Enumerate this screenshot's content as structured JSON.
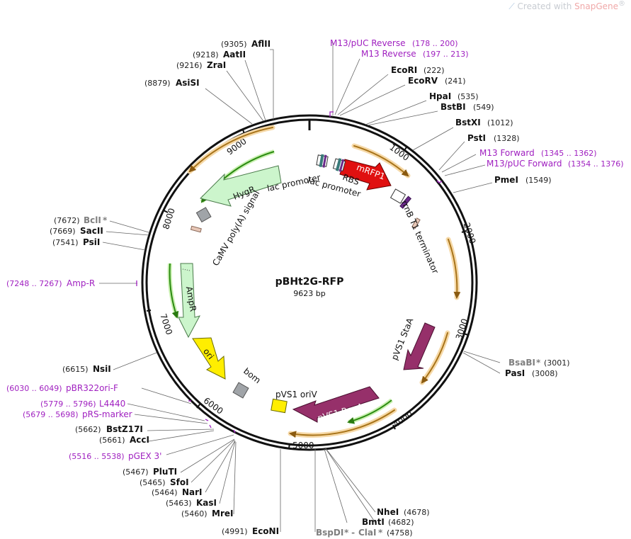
{
  "watermark": {
    "prefix": "Created with ",
    "brand": "SnapGene",
    "mark": "®"
  },
  "plasmid": {
    "name": "pBHt2G-RFP",
    "length_label": "9623 bp"
  },
  "ring_ticks": [
    "1000",
    "2000",
    "3000",
    "4000",
    "5000",
    "6000",
    "7000",
    "8000",
    "9000"
  ],
  "enzymes": [
    {
      "name": "AflII",
      "pos": "(9305)"
    },
    {
      "name": "AatII",
      "pos": "(9218)"
    },
    {
      "name": "ZraI",
      "pos": "(9216)"
    },
    {
      "name": "AsiSI",
      "pos": "(8879)"
    },
    {
      "name": "EcoRI",
      "pos": "(222)"
    },
    {
      "name": "EcoRV",
      "pos": "(241)"
    },
    {
      "name": "HpaI",
      "pos": "(535)"
    },
    {
      "name": "BstBI",
      "pos": "(549)"
    },
    {
      "name": "BstXI",
      "pos": "(1012)"
    },
    {
      "name": "PstI",
      "pos": "(1328)"
    },
    {
      "name": "PmeI",
      "pos": "(1549)"
    },
    {
      "name": "BclI",
      "pos": "(7672)",
      "star": "*"
    },
    {
      "name": "SacII",
      "pos": "(7669)"
    },
    {
      "name": "PsiI",
      "pos": "(7541)"
    },
    {
      "name": "BsaBI",
      "pos": "(3001)",
      "star": "*"
    },
    {
      "name": "PasI",
      "pos": "(3008)"
    },
    {
      "name": "NsiI",
      "pos": "(6615)"
    },
    {
      "name": "BstZ17I",
      "pos": "(5662)"
    },
    {
      "name": "AccI",
      "pos": "(5661)"
    },
    {
      "name": "PluTI",
      "pos": "(5467)"
    },
    {
      "name": "SfoI",
      "pos": "(5465)"
    },
    {
      "name": "NarI",
      "pos": "(5464)"
    },
    {
      "name": "KasI",
      "pos": "(5463)"
    },
    {
      "name": "MreI",
      "pos": "(5460)"
    },
    {
      "name": "EcoNI",
      "pos": "(4991)"
    },
    {
      "name": "NheI",
      "pos": "(4678)"
    },
    {
      "name": "BmtI",
      "pos": "(4682)"
    },
    {
      "name": "BspDI",
      "name2": "ClaI",
      "pos": "(4758)",
      "star": "*",
      "sep": " - "
    }
  ],
  "primers": [
    {
      "name": "M13/pUC Reverse",
      "range": "(178 .. 200)"
    },
    {
      "name": "M13 Reverse",
      "range": "(197 .. 213)"
    },
    {
      "name": "M13 Forward",
      "range": "(1345 .. 1362)"
    },
    {
      "name": "M13/pUC Forward",
      "range": "(1354 .. 1376)"
    },
    {
      "name": "Amp-R",
      "range": "(7248 .. 7267)"
    },
    {
      "name": "pBR322ori-F",
      "range": "(6030 .. 6049)"
    },
    {
      "name": "L4440",
      "range": "(5779 .. 5796)"
    },
    {
      "name": "pRS-marker",
      "range": "(5679 .. 5698)"
    },
    {
      "name": "pGEX 3'",
      "range": "(5516 .. 5538)"
    }
  ],
  "features": {
    "mRFP1": "mRFP1",
    "HygR": "HygR",
    "AmpR": "AmpR",
    "ori": "ori",
    "bom": "bom",
    "pVS1_StaA": "pVS1 StaA",
    "pVS1_RepA": "pVS1 RepA",
    "pVS1_oriV": "pVS1 oriV",
    "lac_promoter_1": "lac promoter",
    "lac_promoter_2": "lac promoter",
    "RBS": "RBS",
    "rrnB_T1": "rrnB T1 terminator",
    "CaMV": "CaMV poly(A) signal"
  },
  "colors": {
    "mRFP1": "#e01010",
    "HygR": "#ccf5cc",
    "AmpR": "#ccf5cc",
    "ori": "#ffee00",
    "pVS1": "#96306a",
    "orf": "#e8a838",
    "primer": "#a020c0",
    "grey_feature": "#a0a4a8"
  }
}
